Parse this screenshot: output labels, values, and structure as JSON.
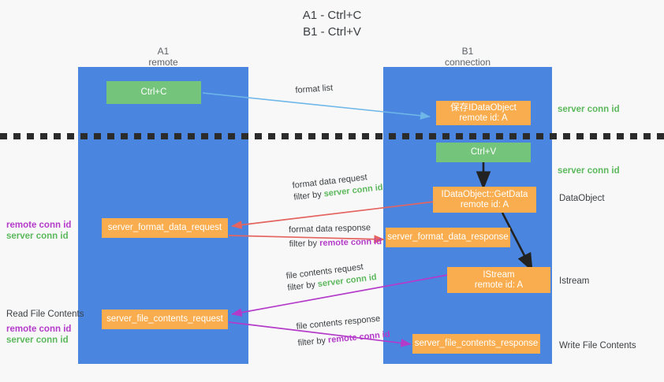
{
  "title": {
    "line1": "A1 - Ctrl+C",
    "line2": "B1 - Ctrl+V"
  },
  "lanes": [
    {
      "id": "a1",
      "name": "A1",
      "role": "remote"
    },
    {
      "id": "b1",
      "name": "B1",
      "role": "connection"
    }
  ],
  "nodes": {
    "ctrl_c": {
      "line1": "Ctrl+C",
      "line2": ""
    },
    "save_idataobject": {
      "line1": "保存IDataObject",
      "line2": "remote id: A"
    },
    "ctrl_v": {
      "line1": "Ctrl+V",
      "line2": ""
    },
    "getdata": {
      "line1": "IDataObject::GetData",
      "line2": "remote id: A"
    },
    "server_format_data_request": {
      "line1": "server_format_data_request",
      "line2": ""
    },
    "server_format_data_response": {
      "line1": "server_format_data_response",
      "line2": ""
    },
    "istream": {
      "line1": "IStream",
      "line2": "remote id: A"
    },
    "server_file_contents_request": {
      "line1": "server_file_contents_request",
      "line2": ""
    },
    "server_file_contents_response": {
      "line1": "server_file_contents_response",
      "line2": ""
    }
  },
  "edge_labels": {
    "format_list": "format list",
    "format_data_request": {
      "line1": "format data request",
      "prefix": "filter by ",
      "token": "server conn id"
    },
    "format_data_response": {
      "line1": "format data response",
      "prefix": "filter by ",
      "token": "remote conn id"
    },
    "file_contents_request": {
      "line1": "file contents request",
      "prefix": "filter by ",
      "token": "server conn id"
    },
    "file_contents_response": {
      "line1": "file contents response",
      "prefix": "filter by ",
      "token": "remote conn id"
    }
  },
  "right_annotations": [
    {
      "text": "server conn id",
      "kind": "green"
    },
    {
      "text": "server conn id",
      "kind": "green"
    },
    {
      "text": "DataObject",
      "kind": "black"
    },
    {
      "text": "Istream",
      "kind": "black"
    },
    {
      "text": "Write File Contents",
      "kind": "black"
    }
  ],
  "left_annotations": {
    "group_format": {
      "remote": "remote conn id",
      "server": "server conn id"
    },
    "read_file_contents": "Read File Contents",
    "group_file": {
      "remote": "remote conn id",
      "server": "server conn id"
    }
  },
  "colors": {
    "lane": "#4a86e0",
    "node_green": "#74c47c",
    "node_orange": "#f9ad4e",
    "arrow_blue": "#6fb7e8",
    "arrow_red": "#e4645f",
    "arrow_purple": "#b43bc9",
    "arrow_black": "#222222",
    "text_green": "#5cb85c",
    "text_purple": "#b43bc9",
    "background": "#f8f8f8"
  }
}
